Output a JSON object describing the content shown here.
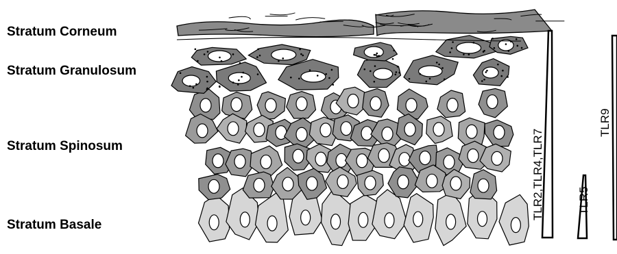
{
  "layers": {
    "corneum": "Stratum Corneum",
    "granulosum": "Stratum Granulosum",
    "spinosum": "Stratum Spinosum",
    "basale": "Stratum Basale"
  },
  "receptors": {
    "group1": "TLR2,TLR4,TLR7",
    "group2": "TLR5",
    "group3": "TLR9"
  },
  "colors": {
    "corneum": "#8a8a8a",
    "granulosum": "#7a7a7a",
    "spinosum": "#9e9e9e",
    "basale": "#d6d6d6",
    "outline": "#000000",
    "nucleus": "#ffffff"
  }
}
